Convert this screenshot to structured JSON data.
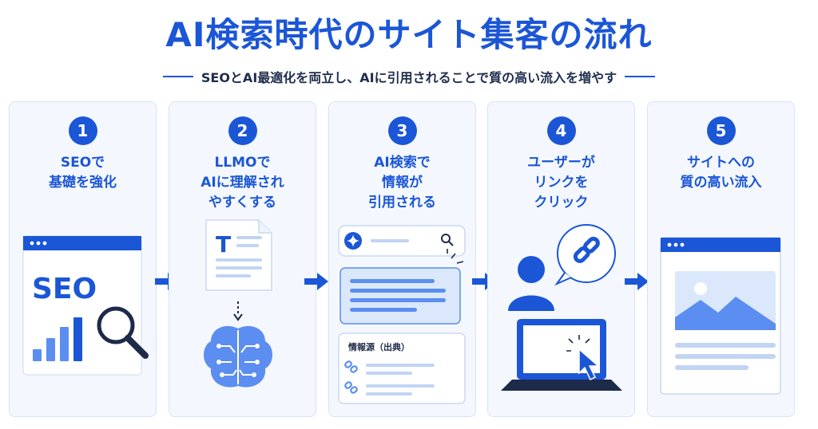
{
  "header": {
    "title": "AI検索時代のサイト集客の流れ",
    "subtitle": "SEOとAI最適化を両立し、AIに引用されることで質の高い流入を増やす"
  },
  "steps": [
    {
      "number": "1",
      "lines": [
        "SEOで",
        "基礎を強化"
      ],
      "illustration_text": "SEO"
    },
    {
      "number": "2",
      "lines": [
        "LLMOで",
        "AIに理解され",
        "やすくする"
      ],
      "illustration_text": "T"
    },
    {
      "number": "3",
      "lines": [
        "AI検索で",
        "情報が",
        "引用される"
      ],
      "illustration_text": "情報源（出典）"
    },
    {
      "number": "4",
      "lines": [
        "ユーザーが",
        "リンクを",
        "クリック"
      ]
    },
    {
      "number": "5",
      "lines": [
        "サイトへの",
        "質の高い流入"
      ]
    }
  ],
  "colors": {
    "accent": "#1b56d6",
    "light": "#5b8ef0",
    "pale": "#dbe8fc",
    "card_bg": "#f4f8fe"
  }
}
